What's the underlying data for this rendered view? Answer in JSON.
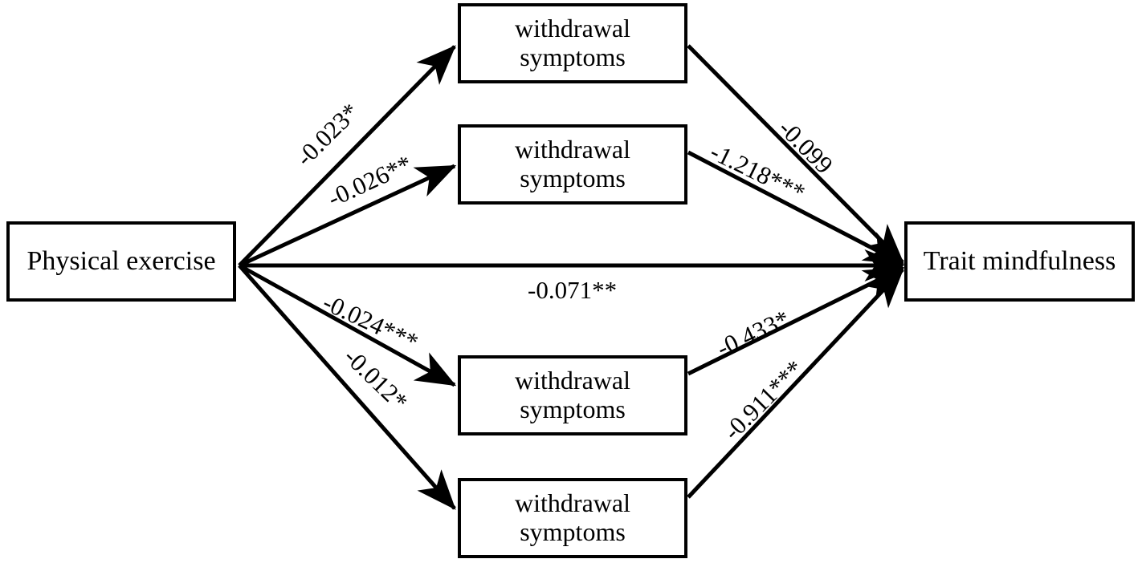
{
  "diagram": {
    "type": "path-mediation-model",
    "background_color": "#ffffff",
    "line_color": "#000000",
    "text_color": "#000000",
    "predictor": {
      "label": "Physical exercise"
    },
    "outcome": {
      "label": "Trait mindfulness"
    },
    "mediators": [
      {
        "id": "m1",
        "label": "withdrawal\nsymptoms"
      },
      {
        "id": "m2",
        "label": "withdrawal\nsymptoms"
      },
      {
        "id": "m3",
        "label": "withdrawal\nsymptoms"
      },
      {
        "id": "m4",
        "label": "withdrawal\nsymptoms"
      }
    ],
    "paths": [
      {
        "id": "a1",
        "from": "predictor",
        "to": "m1",
        "coefficient": "-0.023*"
      },
      {
        "id": "a2",
        "from": "predictor",
        "to": "m2",
        "coefficient": "-0.026**"
      },
      {
        "id": "a3",
        "from": "predictor",
        "to": "m3",
        "coefficient": "-0.024***"
      },
      {
        "id": "a4",
        "from": "predictor",
        "to": "m4",
        "coefficient": "-0.012*"
      },
      {
        "id": "b1",
        "from": "m1",
        "to": "outcome",
        "coefficient": "-0.099"
      },
      {
        "id": "b2",
        "from": "m2",
        "to": "outcome",
        "coefficient": "-1.218***"
      },
      {
        "id": "b3",
        "from": "m3",
        "to": "outcome",
        "coefficient": "-0.433*"
      },
      {
        "id": "b4",
        "from": "m4",
        "to": "outcome",
        "coefficient": "-0.911***"
      },
      {
        "id": "c",
        "from": "predictor",
        "to": "outcome",
        "coefficient": "-0.071**"
      }
    ]
  }
}
